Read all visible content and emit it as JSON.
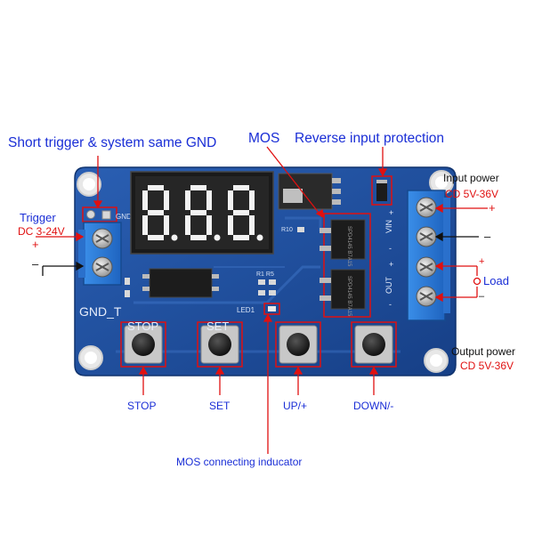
{
  "annotations": {
    "short_trigger": "Short trigger & system same GND",
    "mos": "MOS",
    "reverse_protection": "Reverse input protection",
    "input_power": "Input power",
    "input_voltage": "CD 5V-36V",
    "trigger": "Trigger",
    "trigger_voltage": "DC 3-24V",
    "load": "Load",
    "output_power": "Output power",
    "output_voltage": "CD 5V-36V",
    "stop": "STOP",
    "set": "SET",
    "up": "UP/+",
    "down": "DOWN/-",
    "mos_indicator": "MOS connecting inducator",
    "plus": "+",
    "minus": "–"
  },
  "board": {
    "gnd_t": "GND_T",
    "gnd": "GND",
    "vin": "VIN",
    "out": "OUT",
    "stop": "STOP",
    "set": "SET",
    "led1": "LED1",
    "r10": "R10",
    "r1r5": "R1 R5",
    "chip1": "SPD4145 B7A15",
    "chip2": "SPD4145 B7A15",
    "plus": "+",
    "minus": "-"
  },
  "colors": {
    "board": "#1f4fa0",
    "terminal": "#2f7fd8",
    "label_blue": "#1a2ed6",
    "label_red": "#e01010"
  }
}
